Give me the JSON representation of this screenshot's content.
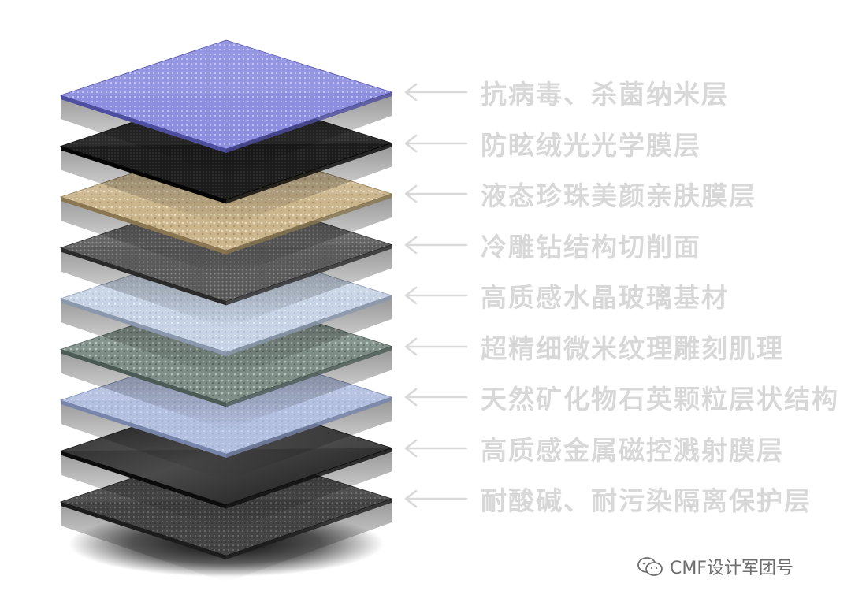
{
  "layers": [
    {
      "label": "抗病毒、杀菌纳米层",
      "surface": "#8d8ee0",
      "edge": "#4d4ea0",
      "texture": "dots-light"
    },
    {
      "label": "防眩绒光光学膜层",
      "surface": "#1b1b1b",
      "edge": "#050505",
      "texture": "mesh-dark"
    },
    {
      "label": "液态珍珠美颜亲肤膜层",
      "surface": "#cbb58c",
      "edge": "#8a7650",
      "texture": "speckle-beige"
    },
    {
      "label": "冷雕钻结构切削面",
      "surface": "#5a5a5a",
      "edge": "#2a2a2a",
      "texture": "dots-grey"
    },
    {
      "label": "高质感水晶玻璃基材",
      "surface": "#c8d4e6",
      "edge": "#8a97ad",
      "texture": "speckle-light"
    },
    {
      "label": "超精细微米纹理雕刻肌理",
      "surface": "#7f8f88",
      "edge": "#4b5a54",
      "texture": "speckle-green"
    },
    {
      "label": "天然矿化物石英颗粒层状结构",
      "surface": "#b4c0e0",
      "edge": "#7785aa",
      "texture": "speckle-blue"
    },
    {
      "label": "高质感金属磁控溅射膜层",
      "surface": "#2a2a2a",
      "edge": "#0c0c0c",
      "texture": "gradient-metal"
    },
    {
      "label": "耐酸碱、耐污染隔离保护层",
      "surface": "#454545",
      "edge": "#1c1c1c",
      "texture": "speckle-dark"
    }
  ],
  "arrow_color": "#d9d9d9",
  "watermark": {
    "icon": "wechat-icon",
    "text": "CMF设计军团号"
  }
}
